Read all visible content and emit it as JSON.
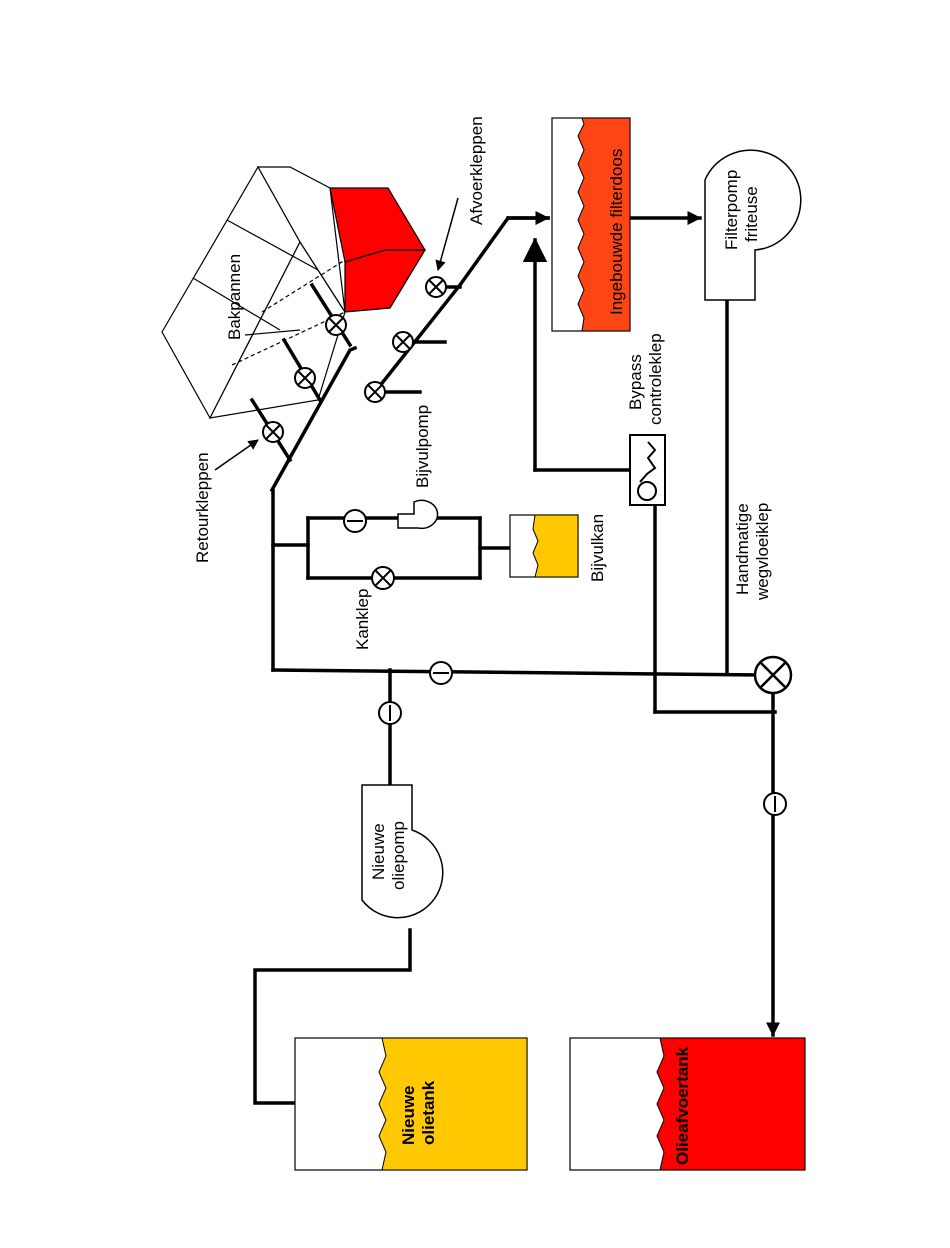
{
  "colors": {
    "new_oil": "#FFC800",
    "waste_oil": "#FF0000",
    "filter_box": "#FF4513",
    "fryer_red": "#FF0000",
    "line": "#000000",
    "background": "#FFFFFF"
  },
  "labels": {
    "retourkleppen": "Retourkleppen",
    "afvoerkleppen": "Afvoerkleppen",
    "bakpannen": "Bakpannen",
    "ingebouwde_filterdoos": "Ingebouwde filterdoos",
    "filterpomp_line1": "Filterpomp",
    "filterpomp_line2": "friteuse",
    "bypass_line1": "Bypass",
    "bypass_line2": "controleklep",
    "bijvulpomp": "Bijvulpomp",
    "bijvulkan": "Bijvulkan",
    "kanklep": "Kanklep",
    "handmatige_line1": "Handmatige",
    "handmatige_line2": "wegvloeiklep",
    "nieuwe_oliepomp_line1": "Nieuwe",
    "nieuwe_oliepomp_line2": "oliepomp",
    "nieuwe_olietank_line1": "Nieuwe",
    "nieuwe_olietank_line2": "olietank",
    "olieafvoertank": "Olieafvoertank"
  },
  "icons": {
    "valve": "valve-icon",
    "check_valve": "check-valve-icon",
    "pump": "pump-icon",
    "tank": "tank-icon",
    "bypass_valve": "bypass-valve-icon",
    "arrow": "arrow-icon"
  }
}
